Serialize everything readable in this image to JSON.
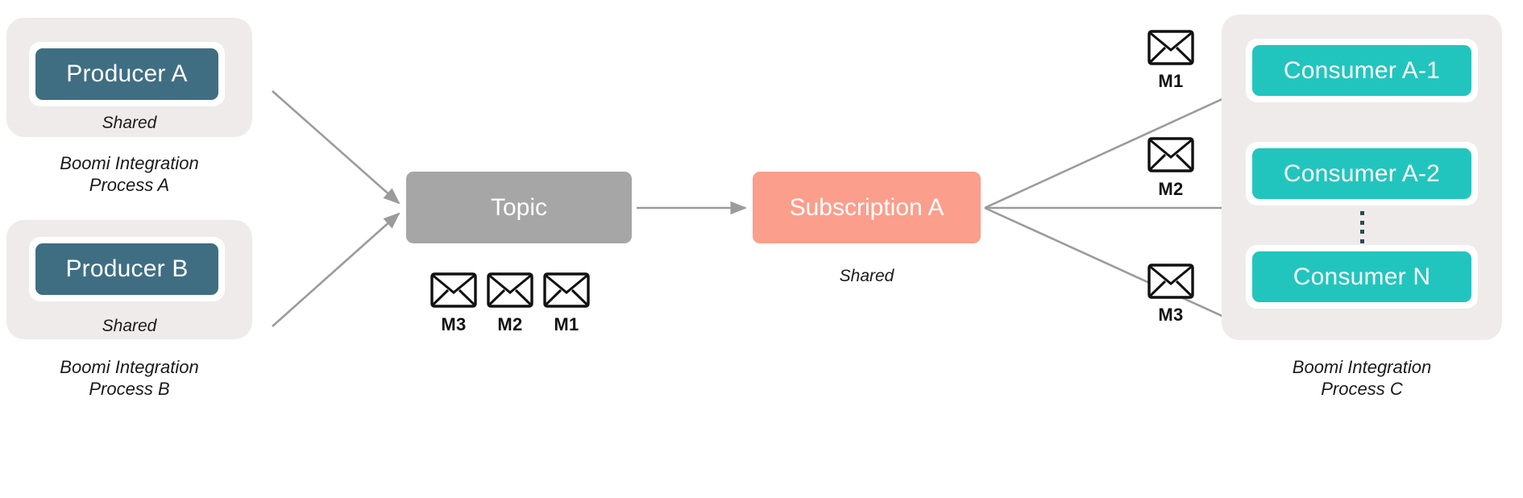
{
  "diagram": {
    "title": "Boomi publish-subscribe topic diagram",
    "colors": {
      "producer": "#3F6E83",
      "consumer": "#22C5BD",
      "topic": "#A6A6A6",
      "subscription": "#FB9E8C",
      "panel": "#EFEBEA",
      "arrow": "#9B9B9B",
      "envelope_outline": "#111111",
      "canvas": "#FFFFFF"
    }
  },
  "producers": {
    "panel_a": {
      "node_label": "Producer A",
      "shared_label": "Shared",
      "process_caption": "Boomi Integration\nProcess A"
    },
    "panel_b": {
      "node_label": "Producer B",
      "shared_label": "Shared",
      "process_caption": "Boomi Integration\nProcess B"
    }
  },
  "topic": {
    "label": "Topic",
    "queued_messages": [
      {
        "label": "M3",
        "icon": "envelope-icon"
      },
      {
        "label": "M2",
        "icon": "envelope-icon"
      },
      {
        "label": "M1",
        "icon": "envelope-icon"
      }
    ]
  },
  "subscription": {
    "label": "Subscription A",
    "shared_label": "Shared"
  },
  "delivery_messages": [
    {
      "label": "M1",
      "icon": "envelope-icon"
    },
    {
      "label": "M2",
      "icon": "envelope-icon"
    },
    {
      "label": "M3",
      "icon": "envelope-icon"
    }
  ],
  "consumers": {
    "panel_c": {
      "process_caption": "Boomi Integration\nProcess C",
      "items": [
        {
          "label": "Consumer A-1"
        },
        {
          "label": "Consumer A-2"
        },
        {
          "label": "Consumer N"
        }
      ],
      "continuation_indicator": "vertical-ellipsis"
    }
  }
}
